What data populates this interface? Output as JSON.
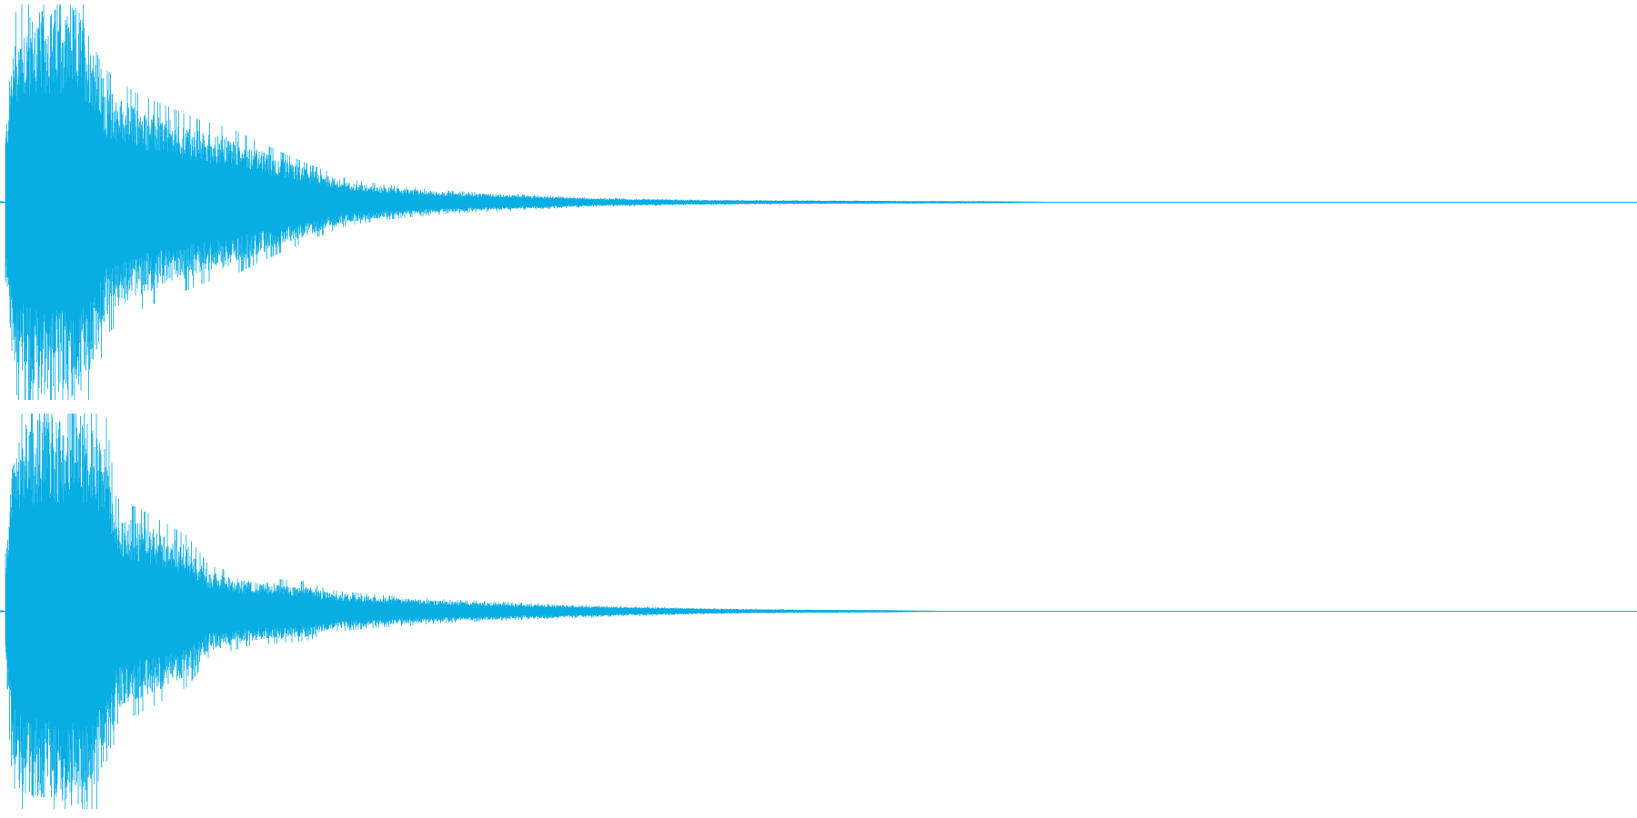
{
  "waveform": {
    "color": "#07ade3",
    "background": "#ffffff",
    "channels": [
      {
        "name": "",
        "envelope": [
          {
            "t": 0.0,
            "amp": 0.35
          },
          {
            "t": 0.004,
            "amp": 0.78
          },
          {
            "t": 0.01,
            "amp": 0.92
          },
          {
            "t": 0.02,
            "amp": 0.97
          },
          {
            "t": 0.03,
            "amp": 0.99
          },
          {
            "t": 0.045,
            "amp": 0.99
          },
          {
            "t": 0.055,
            "amp": 0.82
          },
          {
            "t": 0.062,
            "amp": 0.58
          },
          {
            "t": 0.08,
            "amp": 0.48
          },
          {
            "t": 0.1,
            "amp": 0.42
          },
          {
            "t": 0.12,
            "amp": 0.36
          },
          {
            "t": 0.14,
            "amp": 0.32
          },
          {
            "t": 0.16,
            "amp": 0.25
          },
          {
            "t": 0.185,
            "amp": 0.17
          },
          {
            "t": 0.21,
            "amp": 0.1
          },
          {
            "t": 0.24,
            "amp": 0.07
          },
          {
            "t": 0.27,
            "amp": 0.05
          },
          {
            "t": 0.31,
            "amp": 0.035
          },
          {
            "t": 0.36,
            "amp": 0.018
          },
          {
            "t": 0.42,
            "amp": 0.01
          },
          {
            "t": 0.5,
            "amp": 0.006
          },
          {
            "t": 0.56,
            "amp": 0.004
          },
          {
            "t": 0.61,
            "amp": 0.003
          },
          {
            "t": 0.64,
            "amp": 0.0
          },
          {
            "t": 1.0,
            "amp": 0.0
          }
        ]
      },
      {
        "name": "",
        "envelope": [
          {
            "t": 0.0,
            "amp": 0.3
          },
          {
            "t": 0.004,
            "amp": 0.72
          },
          {
            "t": 0.01,
            "amp": 0.95
          },
          {
            "t": 0.025,
            "amp": 0.99
          },
          {
            "t": 0.05,
            "amp": 0.99
          },
          {
            "t": 0.062,
            "amp": 0.85
          },
          {
            "t": 0.068,
            "amp": 0.5
          },
          {
            "t": 0.09,
            "amp": 0.42
          },
          {
            "t": 0.112,
            "amp": 0.33
          },
          {
            "t": 0.125,
            "amp": 0.2
          },
          {
            "t": 0.15,
            "amp": 0.15
          },
          {
            "t": 0.185,
            "amp": 0.13
          },
          {
            "t": 0.2,
            "amp": 0.09
          },
          {
            "t": 0.23,
            "amp": 0.07
          },
          {
            "t": 0.27,
            "amp": 0.05
          },
          {
            "t": 0.32,
            "amp": 0.035
          },
          {
            "t": 0.38,
            "amp": 0.02
          },
          {
            "t": 0.44,
            "amp": 0.01
          },
          {
            "t": 0.5,
            "amp": 0.005
          },
          {
            "t": 0.54,
            "amp": 0.004
          },
          {
            "t": 0.575,
            "amp": 0.0
          },
          {
            "t": 1.0,
            "amp": 0.0
          }
        ]
      }
    ]
  }
}
